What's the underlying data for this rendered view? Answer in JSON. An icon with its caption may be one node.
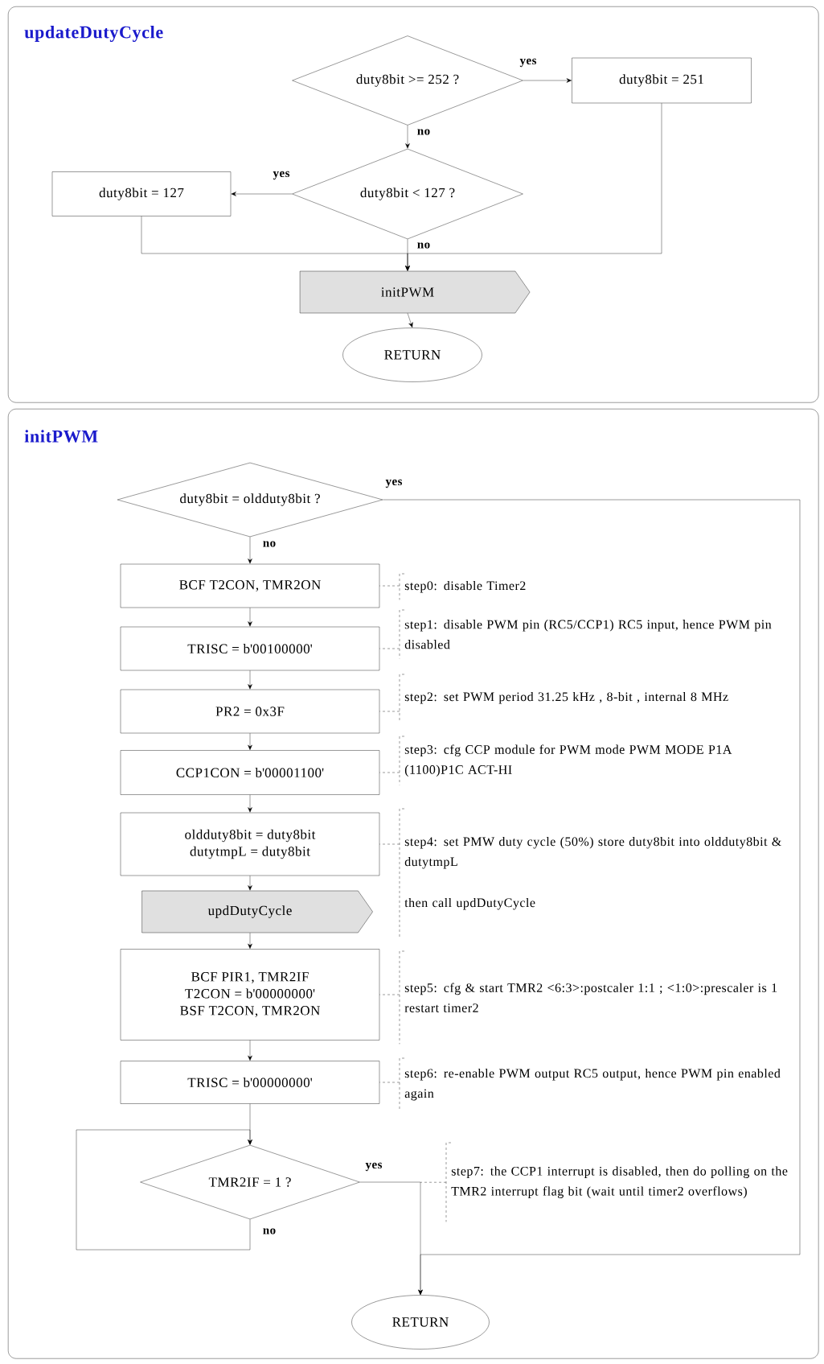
{
  "diagram": {
    "nodes": [
      {
        "text": [
          "updateDutyCycle"
        ]
      },
      {
        "text": [
          "duty8bit >= 252 ?"
        ],
        "in": 0
      },
      {
        "text": [
          "duty8bit = 251"
        ],
        "in": 0
      },
      {
        "text": [
          "duty8bit = 127"
        ],
        "in": 0
      },
      {
        "text": [
          "duty8bit < 127 ?"
        ],
        "in": 0
      },
      {
        "text": [
          "initPWM"
        ],
        "in": 0
      },
      {
        "text": [
          "RETURN"
        ],
        "in": 0
      },
      {
        "text": [
          "initPWM"
        ]
      },
      {
        "text": [
          "duty8bit = oldduty8bit ?"
        ],
        "in": 7
      },
      {
        "text": [
          "BCF T2CON, TMR2ON"
        ],
        "in": 7
      },
      {
        "text": [
          "step0: disable Timer2"
        ],
        "in": 7
      },
      {
        "text": [
          "TRISC = b'00100000'"
        ],
        "in": 7
      },
      {
        "text": [
          "step1: disable PWM pin (RC5/CCP1) RC5 input, hence PWM pin disabled"
        ],
        "in": 7
      },
      {
        "text": [
          "PR2 = 0x3F"
        ],
        "in": 7
      },
      {
        "text": [
          "step2: set PWM period 31.25 kHz , 8-bit , internal 8 MHz"
        ],
        "in": 7
      },
      {
        "text": [
          "CCP1CON = b'00001100'"
        ],
        "in": 7
      },
      {
        "text": [
          "step3: cfg CCP module for PWM mode PWM MODE P1A (1100)P1C ACT-HI"
        ],
        "in": 7
      },
      {
        "text": [
          "oldduty8bit = duty8bit",
          "dutytmpL = duty8bit"
        ],
        "in": 7
      },
      {
        "text": [
          "step4: set PMW duty cycle (50%) store duty8bit into oldduty8bit & dutytmpL",
          "then call updDutyCycle"
        ],
        "in": 7
      },
      {
        "text": [
          "updDutyCycle"
        ],
        "in": 7
      },
      {
        "text": [
          "BCF PIR1, TMR2IF",
          "T2CON = b'00000000'",
          "BSF T2CON, TMR2ON"
        ],
        "in": 7
      },
      {
        "text": [
          "step5: cfg & start TMR2 <6:3>:postcaler 1:1 ; <1:0>:prescaler is 1 restart timer2"
        ],
        "in": 7
      },
      {
        "text": [
          "TRISC = b'00000000'"
        ],
        "in": 7
      },
      {
        "text": [
          "step6: re-enable PWM output RC5 output, hence PWM pin enabled again"
        ],
        "in": 7
      },
      {
        "text": [
          "TMR2IF = 1 ?"
        ],
        "in": 7
      },
      {
        "text": [
          "step7: the CCP1 interrupt is disabled, then do polling on the TMR2 interrupt flag bit (wait until timer2 overflows)"
        ],
        "in": 7
      },
      {
        "text": [
          "RETURN"
        ],
        "in": 7
      }
    ],
    "edges": [
      {
        "from": 1,
        "to": 2,
        "arrow": "to",
        "label": "yes"
      },
      {
        "from": 1,
        "to": 4,
        "arrow": "to",
        "label": "no"
      },
      {
        "from": 4,
        "to": 3,
        "arrow": "to",
        "label": "yes"
      },
      {
        "from": 4,
        "to": 5,
        "arrow": "to",
        "label": "no"
      },
      {
        "from": 3,
        "to": 5,
        "arrow": "to"
      },
      {
        "from": 2,
        "to": 5,
        "arrow": "to"
      },
      {
        "from": 5,
        "to": 6,
        "arrow": "to"
      },
      {
        "from": 8,
        "to": 26,
        "arrow": "to",
        "label": "yes"
      },
      {
        "from": 8,
        "to": 9,
        "arrow": "to",
        "label": "no"
      },
      {
        "from": 9,
        "to": 11,
        "arrow": "to"
      },
      {
        "from": 11,
        "to": 13,
        "arrow": "to"
      },
      {
        "from": 13,
        "to": 15,
        "arrow": "to"
      },
      {
        "from": 15,
        "to": 17,
        "arrow": "to"
      },
      {
        "from": 17,
        "to": 19,
        "arrow": "to"
      },
      {
        "from": 19,
        "to": 20,
        "arrow": "to"
      },
      {
        "from": 20,
        "to": 22,
        "arrow": "to"
      },
      {
        "from": 22,
        "to": 24,
        "arrow": "to"
      },
      {
        "from": 24,
        "to": 26,
        "arrow": "to",
        "label": "yes"
      },
      {
        "from": 24,
        "to": 24,
        "arrow": "to",
        "label": "no"
      },
      {
        "from": 10,
        "to": 9,
        "arrow": "none",
        "style": "dashed"
      },
      {
        "from": 12,
        "to": 11,
        "arrow": "none",
        "style": "dashed"
      },
      {
        "from": 14,
        "to": 13,
        "arrow": "none",
        "style": "dashed"
      },
      {
        "from": 16,
        "to": 15,
        "arrow": "none",
        "style": "dashed"
      },
      {
        "from": 18,
        "to": 17,
        "arrow": "none",
        "style": "dashed"
      },
      {
        "from": 21,
        "to": 20,
        "arrow": "none",
        "style": "dashed"
      },
      {
        "from": 23,
        "to": 22,
        "arrow": "none",
        "style": "dashed"
      },
      {
        "from": 25,
        "to": null,
        "arrow": "none",
        "style": "dashed"
      }
    ]
  }
}
